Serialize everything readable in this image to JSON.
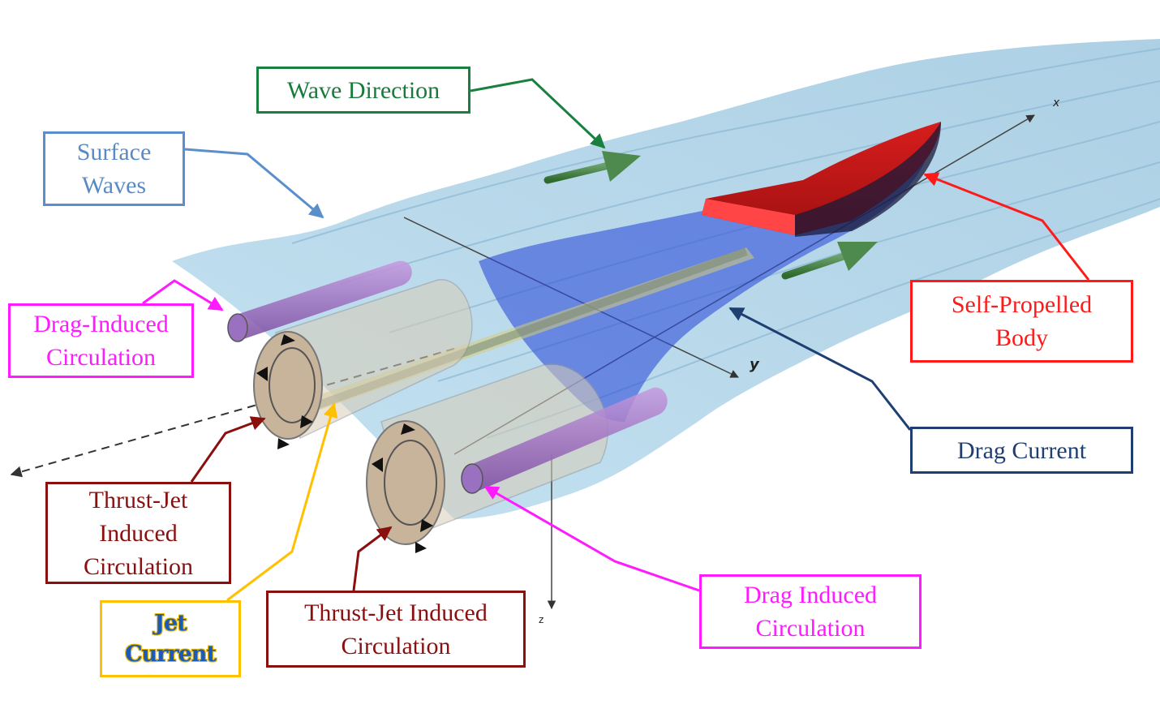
{
  "labels": {
    "wave_direction": "Wave Direction",
    "surface_waves": [
      "Surface",
      "Waves"
    ],
    "drag_induced_left": [
      "Drag-Induced",
      "Circulation"
    ],
    "self_propelled": [
      "Self-Propelled",
      "Body"
    ],
    "drag_current": "Drag Current",
    "thrust_jet_left": [
      "Thrust-Jet",
      "Induced",
      "Circulation"
    ],
    "jet_current": [
      "Jet",
      "Current"
    ],
    "thrust_jet_bottom": [
      "Thrust-Jet Induced",
      "Circulation"
    ],
    "drag_induced_bottom": [
      "Drag Induced",
      "Circulation"
    ]
  },
  "axes": {
    "x": "x",
    "y": "y",
    "z": "z"
  },
  "colors": {
    "wave_direction": "#1a8040",
    "surface_waves": "#5b8fcb",
    "drag_induced": "#ff1aff",
    "self_propelled": "#ff1a1a",
    "drag_current": "#1f3f73",
    "thrust_jet": "#8a0f0f",
    "jet_current": "#ffc000",
    "water_surface": "#a8d4ea",
    "hull": "#e32727",
    "wake": "#2f4fd8",
    "vortex_tube": "#a070c8",
    "thrust_ring": "#c8b49a"
  }
}
